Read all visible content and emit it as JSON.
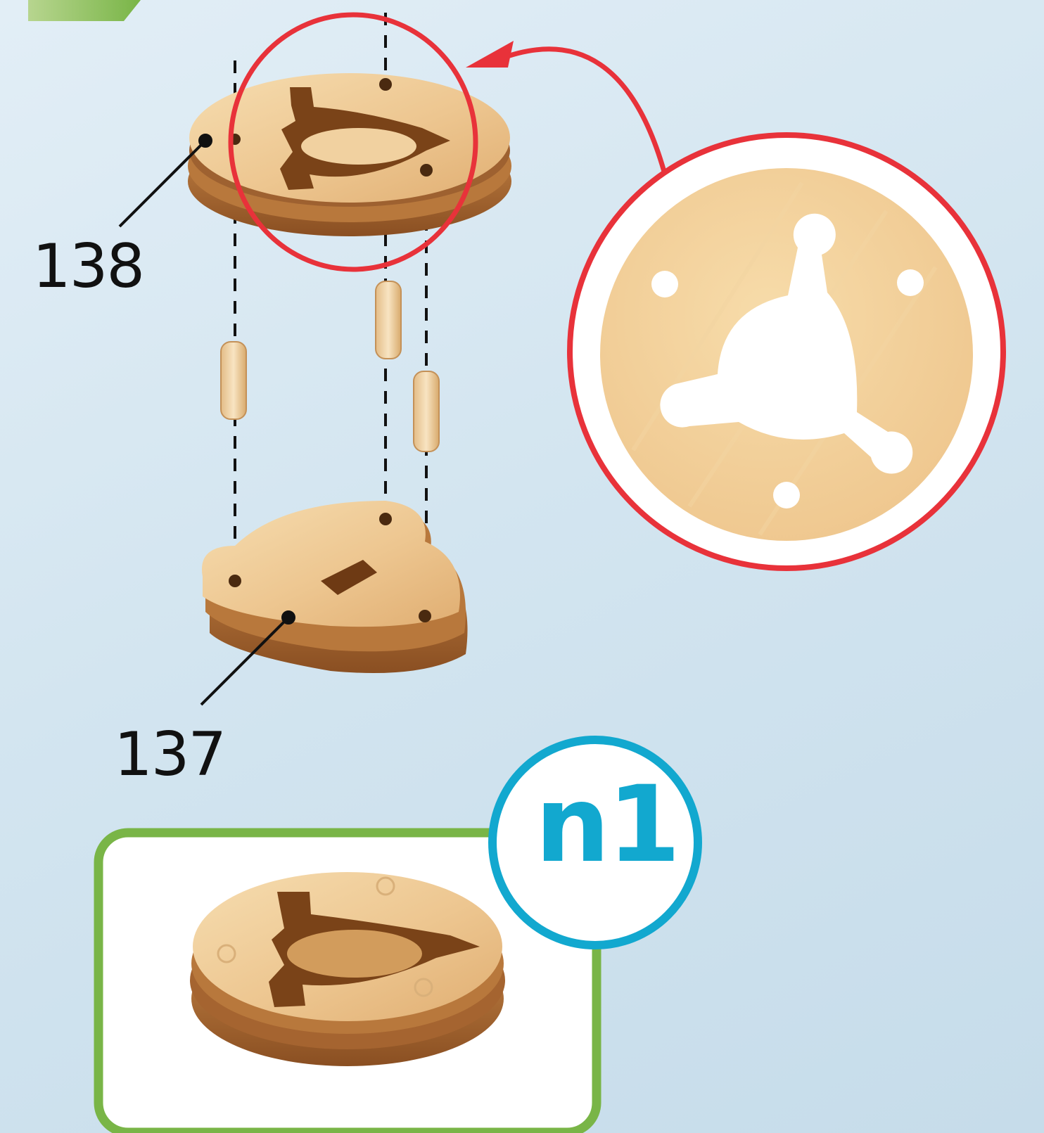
{
  "parts": {
    "label_138": "138",
    "label_137": "137"
  },
  "result_badge": {
    "text": "n1"
  },
  "colors": {
    "highlight": "#e8323a",
    "result_frame": "#79b547",
    "badge": "#12a8cf",
    "wood": "#eecb96",
    "wood_dark": "#a0602e",
    "background": "#d3e5f0"
  },
  "icons": [
    "callout-arrow",
    "magnify-circle",
    "wooden-disc",
    "wooden-peg",
    "assembled-part"
  ]
}
